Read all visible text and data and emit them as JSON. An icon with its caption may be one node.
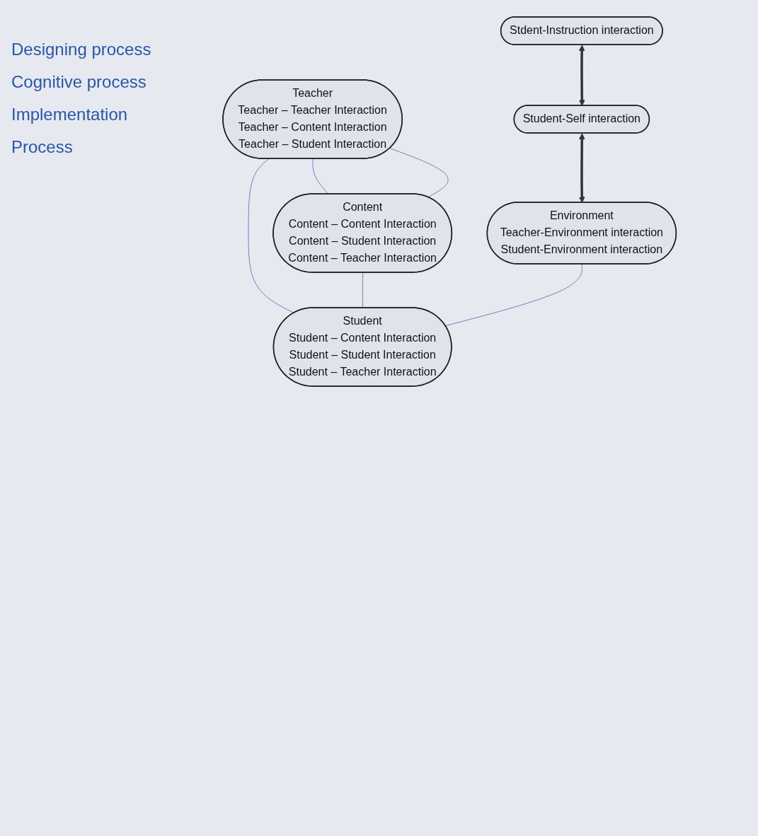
{
  "diagram": {
    "nodes": [
      {
        "text": [
          "Stdent-Instruction interaction"
        ]
      },
      {
        "text": [
          "Student-Self interaction"
        ]
      },
      {
        "text": [
          "Teacher",
          "Teacher – Teacher Interaction",
          "Teacher – Content Interaction",
          "Teacher – Student Interaction"
        ]
      },
      {
        "text": [
          "Content",
          "Content – Content Interaction",
          "Content – Student Interaction",
          "Content – Teacher Interaction"
        ]
      },
      {
        "text": [
          "Environment",
          "Teacher-Environment interaction",
          "Student-Environment interaction"
        ]
      },
      {
        "text": [
          "Student",
          "Student – Content Interaction",
          "Student – Student Interaction",
          "Student – Teacher Interaction"
        ]
      }
    ],
    "edges": [
      {
        "from": 0,
        "to": 1,
        "arrow": "both",
        "style": "thick",
        "color": "#333333"
      },
      {
        "from": 1,
        "to": 4,
        "arrow": "both",
        "style": "thick",
        "color": "#333333"
      },
      {
        "from": 2,
        "to": 3,
        "arrow": "none",
        "color": "#6f7fc0"
      },
      {
        "from": 2,
        "to": 3,
        "arrow": "none",
        "color": "#6f7fc0"
      },
      {
        "from": 2,
        "to": 5,
        "arrow": "none",
        "color": "#6f7fc0"
      },
      {
        "from": 3,
        "to": 5,
        "arrow": "none",
        "color": "#6f7fc0"
      },
      {
        "from": 4,
        "to": 5,
        "arrow": "none",
        "color": "#6f7fc0"
      }
    ],
    "labels": [
      "Designing process",
      "Cognitive process",
      "Implementation",
      "Process"
    ]
  }
}
